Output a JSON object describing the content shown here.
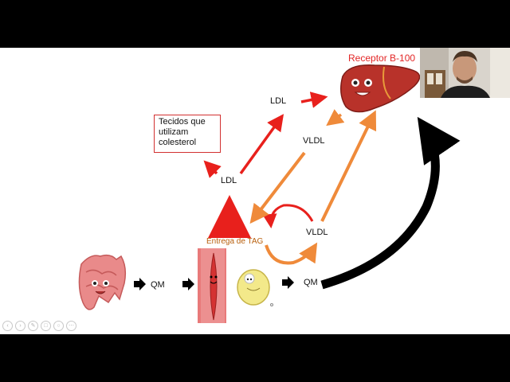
{
  "slide": {
    "receptor_label": "Receptor B-100",
    "tecidos_lines": [
      "Tecidos que",
      "utilizam",
      "colesterol"
    ],
    "ldl_top_label": "LDL",
    "ldl_mid_label": "LDL",
    "vldl_upper_label": "VLDL",
    "vldl_lower_label": "VLDL",
    "qm_left_label": "QM",
    "qm_right_label": "QM",
    "tag_label": "Entrega de TAG"
  },
  "colors": {
    "red_arrow": "#e8201c",
    "orange_arrow": "#ef8a3a",
    "liver": "#b8322a",
    "label_red": "#e32626",
    "tag_text": "#b8600e"
  },
  "icons": [
    "intestine-icon",
    "muscle-icon",
    "adipose-cell-icon",
    "liver-icon",
    "webcam-person"
  ],
  "player_controls": [
    "prev",
    "next",
    "pen",
    "copy",
    "zoom",
    "more"
  ]
}
